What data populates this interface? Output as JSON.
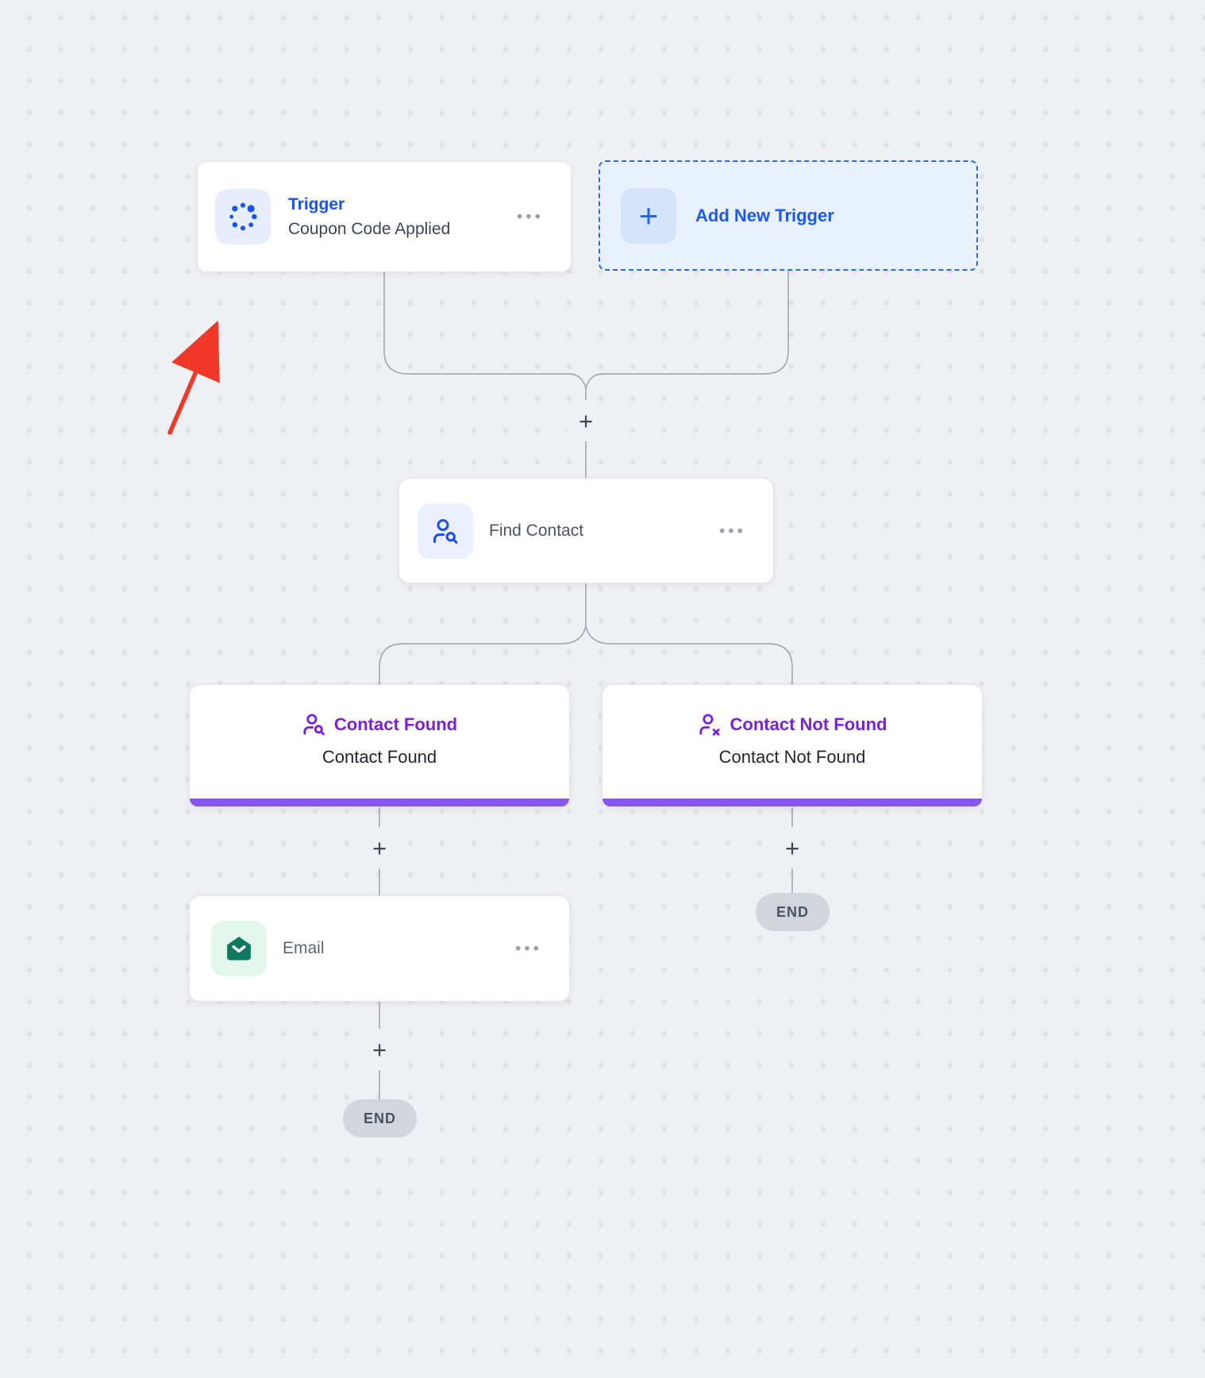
{
  "canvas": {
    "background_color": "#eff0f3",
    "dot_color": "#e1e3e7"
  },
  "trigger_card": {
    "title": "Trigger",
    "subtitle": "Coupon Code Applied"
  },
  "add_trigger": {
    "label": "Add New Trigger",
    "plus_glyph": "+"
  },
  "find_contact": {
    "label": "Find Contact"
  },
  "branches": {
    "found": {
      "title": "Contact Found",
      "subtitle": "Contact Found"
    },
    "not_found": {
      "title": "Contact Not Found",
      "subtitle": "Contact Not Found"
    }
  },
  "email": {
    "label": "Email"
  },
  "end_label": "END",
  "icons": {
    "more_menu": "•••",
    "plus_connector": "+",
    "trigger_icon": "spinner-dots-icon",
    "find_contact_icon": "user-search-icon",
    "contact_found_icon": "user-search-icon",
    "contact_not_found_icon": "user-x-icon",
    "email_icon": "open-envelope-icon"
  },
  "colors": {
    "accent_blue": "#1753ef",
    "accent_purple": "#7b1fd8",
    "branch_bar_purple": "#8a55ef",
    "email_green": "#0d7a5f",
    "arrow_red": "#f03828",
    "connector_gray": "#a6abb4"
  }
}
